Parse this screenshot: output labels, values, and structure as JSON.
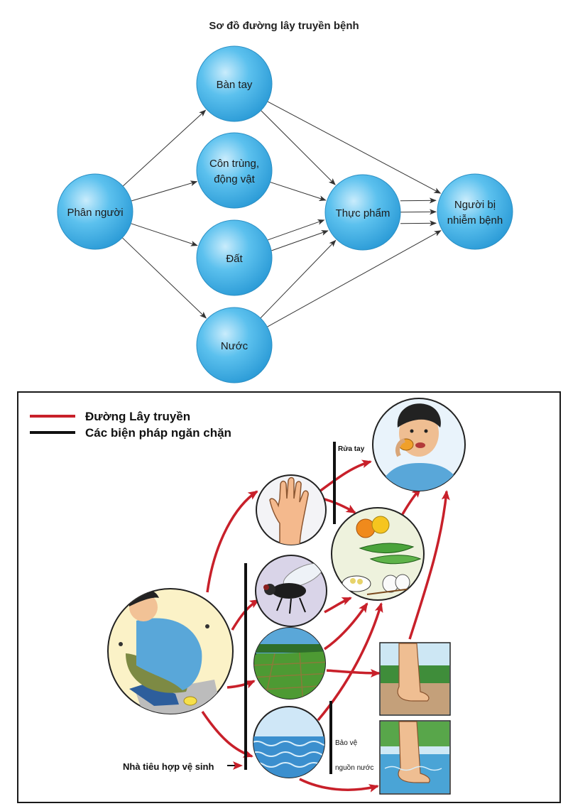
{
  "diagram": {
    "title": "Sơ đồ đường lây truyền bệnh",
    "nodes": [
      {
        "id": "phan",
        "lines": [
          "Phân người"
        ]
      },
      {
        "id": "tay",
        "lines": [
          "Bàn tay"
        ]
      },
      {
        "id": "con",
        "lines": [
          "Côn trùng,",
          "động vật"
        ]
      },
      {
        "id": "dat",
        "lines": [
          "Đất"
        ]
      },
      {
        "id": "nuoc",
        "lines": [
          "Nước"
        ]
      },
      {
        "id": "thuc",
        "lines": [
          "Thực phẩm"
        ]
      },
      {
        "id": "nguoi",
        "lines": [
          "Người bị",
          "nhiễm bệnh"
        ]
      }
    ],
    "edges": [
      [
        "phan",
        "tay"
      ],
      [
        "phan",
        "con"
      ],
      [
        "phan",
        "dat"
      ],
      [
        "phan",
        "nuoc"
      ],
      [
        "tay",
        "thuc"
      ],
      [
        "tay",
        "nguoi"
      ],
      [
        "con",
        "thuc"
      ],
      [
        "dat",
        "thuc"
      ],
      [
        "dat",
        "thuc"
      ],
      [
        "nuoc",
        "thuc"
      ],
      [
        "nuoc",
        "nguoi"
      ],
      [
        "thuc",
        "nguoi"
      ],
      [
        "thuc",
        "nguoi"
      ],
      [
        "thuc",
        "nguoi"
      ]
    ],
    "colors": {
      "node_fill": "#3fb0e6",
      "node_light": "#bfe8fb",
      "node_stroke": "#2a8fc4",
      "arrow": "#333333"
    }
  },
  "illustration": {
    "legend": {
      "transmission_label": "Đường Lây truyền",
      "prevention_label": "Các biện pháp ngăn chặn",
      "transmission_color": "#c8202a",
      "prevention_color": "#111111"
    },
    "labels": {
      "hand_wash": "Rửa tay",
      "latrine": "Nhà tiêu hợp vệ sinh",
      "water_protect_1": "Bảo vệ",
      "water_protect_2": "nguồn nước"
    },
    "icons": [
      "person-defecating-icon",
      "hand-icon",
      "fly-icon",
      "field-icon",
      "water-icon",
      "food-icon",
      "eating-person-icon",
      "bare-feet-soil-icon",
      "feet-in-water-icon"
    ]
  }
}
